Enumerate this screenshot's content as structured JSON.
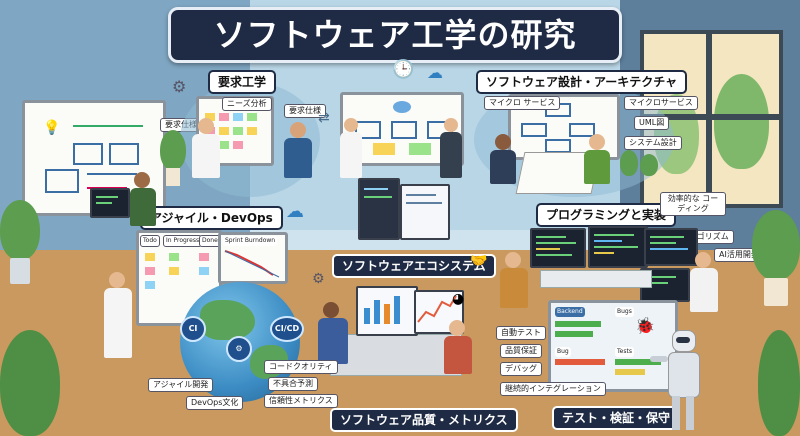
{
  "title": "ソフトウェア工学の研究",
  "sections": {
    "requirements": {
      "heading": "要求工学",
      "notes": [
        "ニーズ分析",
        "要求仕様"
      ]
    },
    "left_wall": {
      "note": "要求仕様"
    },
    "agile": {
      "heading": "アジャイル・DevOps",
      "board_columns": [
        "Todo",
        "In Progress",
        "Done"
      ],
      "burndown": "Sprint Burndown",
      "pipeline": [
        "CI",
        "CI/CD"
      ],
      "tags": [
        "アジャイル開発",
        "DevOps文化"
      ]
    },
    "architecture": {
      "heading": "ソフトウェア設計・アーキテクチャ",
      "notes": [
        "マイクロ サービス",
        "マイクロサービス",
        "UML図",
        "システム設計"
      ]
    },
    "programming": {
      "heading": "プログラミングと実装",
      "notes": [
        "効率的な コーディング",
        "アルゴリズム",
        "AI活用開発"
      ]
    },
    "ecosystem": {
      "heading": "ソフトウェアエコシステム"
    },
    "quality": {
      "heading": "ソフトウェア品質・メトリクス",
      "notes": [
        "コードクオリティ",
        "不具合予測",
        "信頼性メトリクス"
      ]
    },
    "testing": {
      "heading": "テスト・検証・保守",
      "notes": [
        "自動テスト",
        "品質保証",
        "デバッグ",
        "継続的インテグレーション"
      ],
      "dashboard": [
        "Backend",
        "Bugs",
        "Tests",
        "Bug"
      ]
    }
  },
  "icons": [
    "gear-icon",
    "cloud-icon",
    "clock-icon",
    "lightbulb-icon",
    "bug-icon",
    "robot-icon",
    "handshake-icon",
    "magnifier-icon"
  ],
  "colors": {
    "title_bg": "#1f2b44",
    "label_border": "#1f2b44",
    "floor": "#c9995f",
    "plant": "#5c9d4f"
  }
}
